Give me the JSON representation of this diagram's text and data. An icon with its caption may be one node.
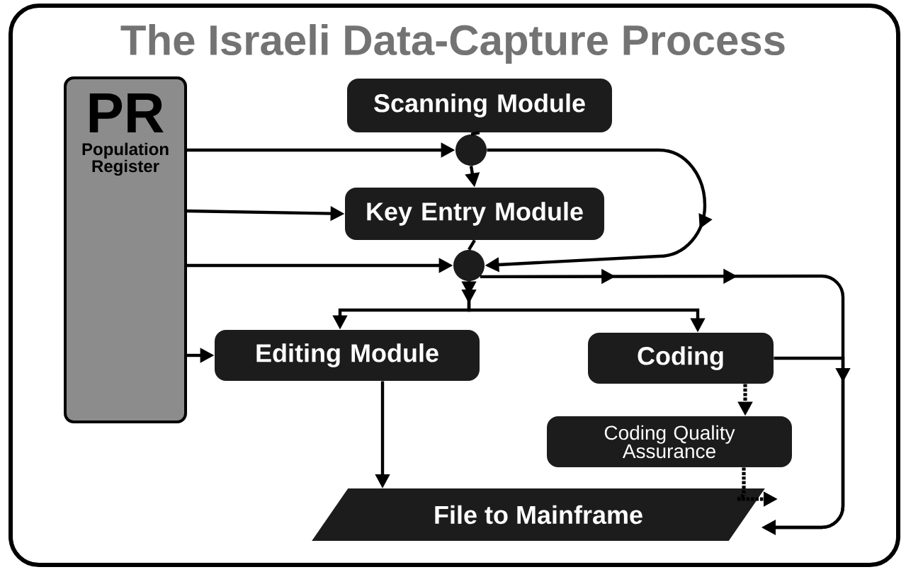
{
  "diagram": {
    "title": "The Israeli Data-Capture Process",
    "nodes": [
      {
        "text": [
          "PR",
          "Population Register"
        ]
      },
      {
        "text": [
          "Scanning Module"
        ]
      },
      {
        "text": [],
        "shape": "circle"
      },
      {
        "text": [
          "Key Entry Module"
        ]
      },
      {
        "text": [],
        "shape": "circle"
      },
      {
        "text": [
          "Editing Module"
        ]
      },
      {
        "text": [
          "Coding"
        ]
      },
      {
        "text": [
          "Coding Quality Assurance"
        ]
      },
      {
        "text": [
          "File to Mainframe"
        ]
      }
    ],
    "edges": [
      {
        "from": 0,
        "to": 2,
        "arrow": "to"
      },
      {
        "from": 1,
        "to": 2,
        "arrow": "none"
      },
      {
        "from": 2,
        "to": 3,
        "arrow": "to"
      },
      {
        "from": 2,
        "to": 4,
        "arrow": "to"
      },
      {
        "from": 0,
        "to": 3,
        "arrow": "to"
      },
      {
        "from": 3,
        "to": 4,
        "arrow": "none"
      },
      {
        "from": 0,
        "to": 4,
        "arrow": "to"
      },
      {
        "from": 4,
        "to": 5,
        "arrow": "to"
      },
      {
        "from": 4,
        "to": 6,
        "arrow": "to"
      },
      {
        "from": 4,
        "to": 8,
        "arrow": "to"
      },
      {
        "from": 0,
        "to": 5,
        "arrow": "to"
      },
      {
        "from": 5,
        "to": 8,
        "arrow": "to"
      },
      {
        "from": 6,
        "to": 8,
        "arrow": "to"
      },
      {
        "from": 6,
        "to": 7,
        "arrow": "to",
        "style": "dashed"
      },
      {
        "from": 7,
        "to": 8,
        "arrow": "to",
        "style": "dashed"
      }
    ]
  }
}
